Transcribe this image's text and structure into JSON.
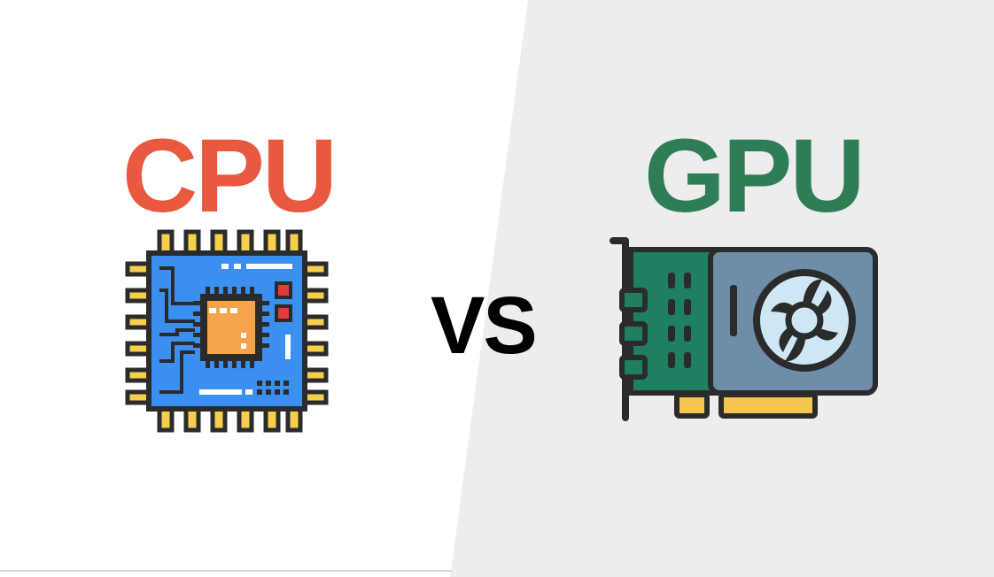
{
  "colors": {
    "background_left": "#ffffff",
    "background_right": "#ededed",
    "cpu_title": "#e8593f",
    "gpu_title": "#2f7d57",
    "vs_text": "#000000",
    "outline": "#2b2b2b",
    "cpu_board": "#3b8ff0",
    "cpu_core": "#f5a44a",
    "cpu_pins": "#f6d04d",
    "gpu_pcb": "#1e7f63",
    "gpu_cover": "#6f8ca8",
    "gpu_fan": "#cfe7f5",
    "gpu_contacts": "#f6c54d"
  },
  "labels": {
    "cpu": "CPU",
    "vs": "VS",
    "gpu": "GPU"
  },
  "icons": {
    "cpu": "cpu-chip-icon",
    "gpu": "graphics-card-icon"
  }
}
